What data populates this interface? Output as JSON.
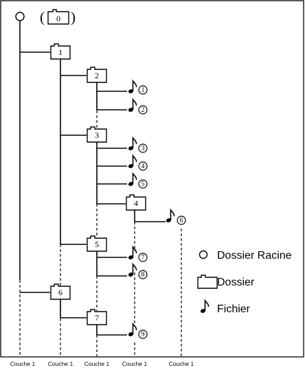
{
  "root_label": "0",
  "root_parentheses": [
    "(",
    ")"
  ],
  "folders": [
    "1",
    "2",
    "3",
    "4",
    "5",
    "6",
    "7"
  ],
  "files": [
    "1",
    "2",
    "3",
    "4",
    "5",
    "6",
    "7",
    "8",
    "9"
  ],
  "legend": {
    "root_folder": "Dossier Racine",
    "folder": "Dossier",
    "file": "Fichier"
  },
  "layers": [
    "Couche 1",
    "Couche 1",
    "Couche 1",
    "Couche 1",
    "Couche 1"
  ]
}
